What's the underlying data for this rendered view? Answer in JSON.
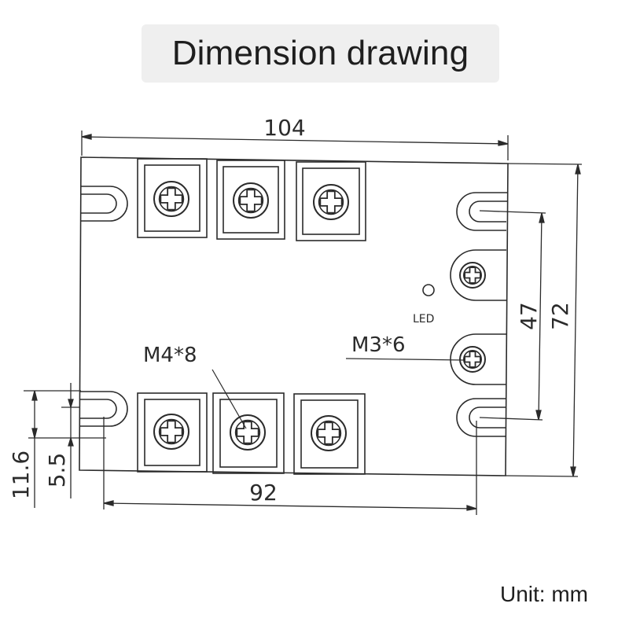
{
  "title": "Dimension drawing",
  "unit_label": "Unit: mm",
  "dimensions": {
    "overall_width": "104",
    "mounting_width": "92",
    "overall_height": "72",
    "mounting_height": "47",
    "edge_offset": "11.6",
    "slot_offset": "5.5"
  },
  "callouts": {
    "main_screw": "M4*8",
    "control_screw": "M3*6",
    "led": "LED"
  },
  "colors": {
    "line": "#2b2b2b",
    "title_bg": "#efefef"
  }
}
